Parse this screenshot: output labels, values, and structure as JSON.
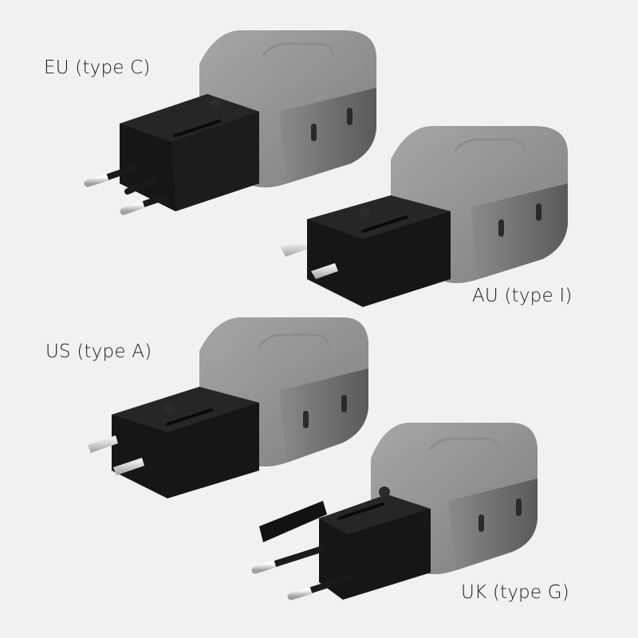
{
  "background_color": "#f1f1f1",
  "colors": {
    "body_gray_light": "#9a9a9a",
    "body_gray_dark": "#5a5a5a",
    "plug_black": "#161616",
    "pin_silver": "#d8d8d8",
    "label_text": "#1c1c1c"
  },
  "adapters": [
    {
      "id": "eu",
      "label": "EU (type C)",
      "plug": "two round pins"
    },
    {
      "id": "au",
      "label": "AU (type I)",
      "plug": "angled flat pins"
    },
    {
      "id": "us",
      "label": "US (type A)",
      "plug": "two flat pins"
    },
    {
      "id": "uk",
      "label": "UK (type G)",
      "plug": "three prongs with rectangular earth pin"
    }
  ]
}
